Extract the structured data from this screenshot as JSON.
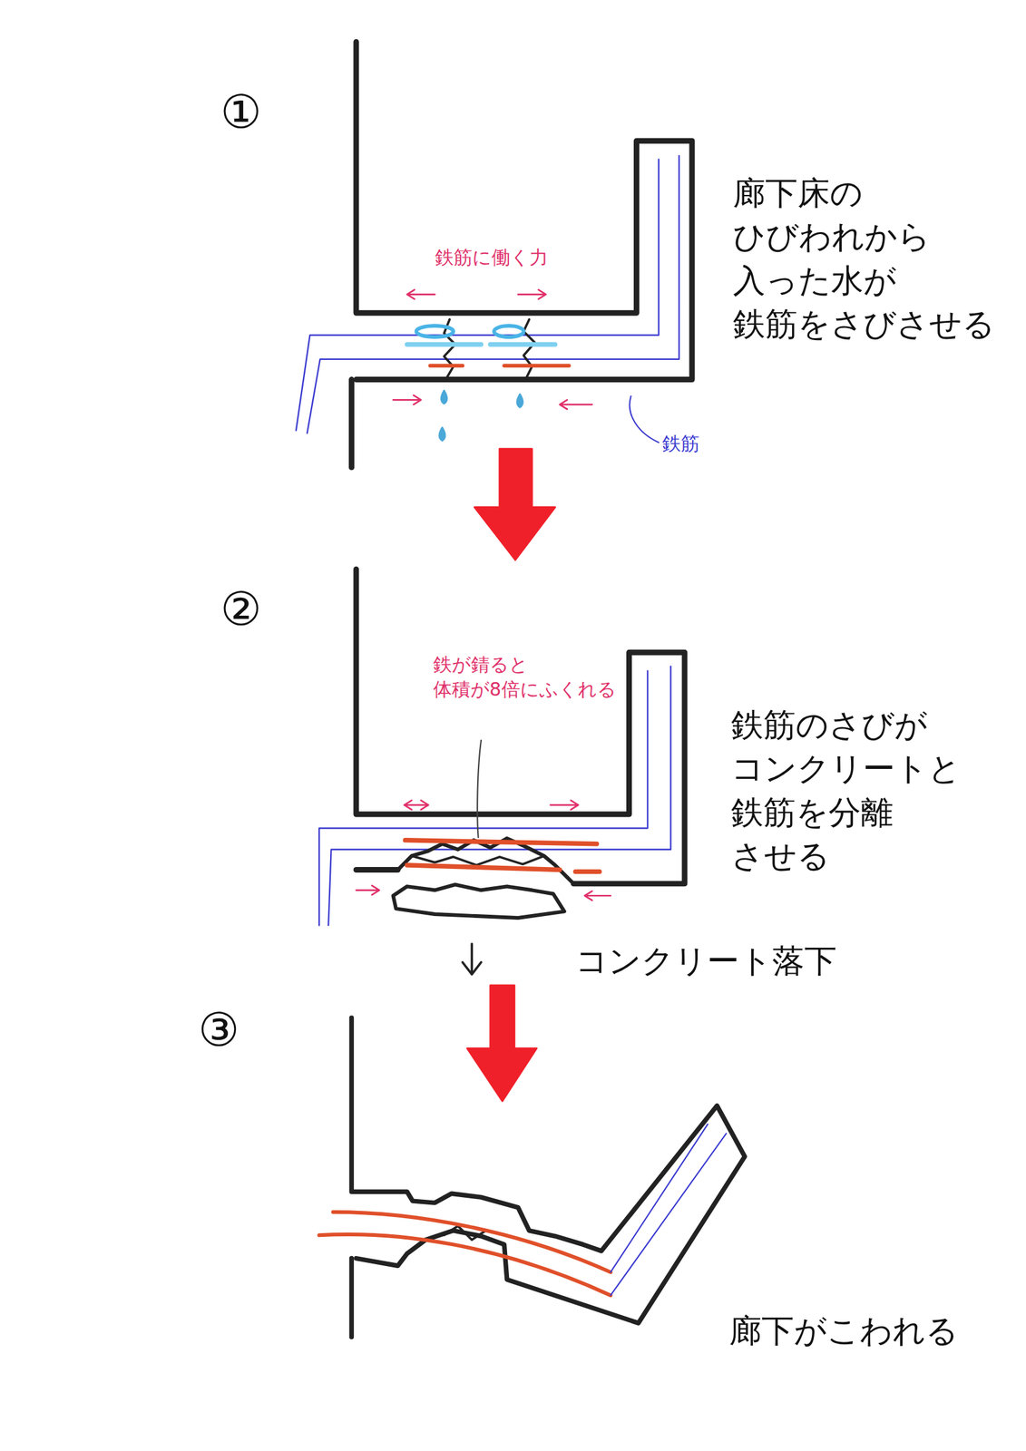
{
  "diagram": {
    "labels": [
      "①",
      "鉄筋に働く力",
      "廊下床の ひびわれから 入った水が 鉄筋をさびさせる",
      "鉄筋",
      "②",
      "鉄が錆ると 体積が8倍にふくれる",
      "鉄筋のさびが コンクリートと 鉄筋を分離 させる",
      "コンクリート落下",
      "③",
      "廊下がこわれる"
    ]
  }
}
